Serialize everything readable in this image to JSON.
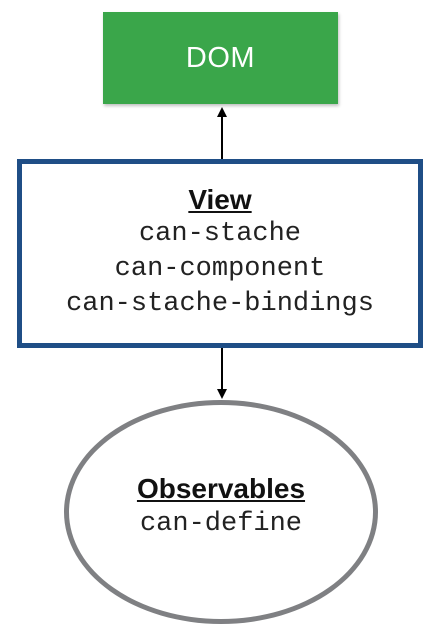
{
  "nodes": {
    "dom": {
      "label": "DOM",
      "color": "#3aa64a"
    },
    "view": {
      "title": "View",
      "items": [
        "can-stache",
        "can-component",
        "can-stache-bindings"
      ],
      "border_color": "#1f4e86"
    },
    "observables": {
      "title": "Observables",
      "items": [
        "can-define"
      ],
      "border_color": "#7f8083"
    }
  },
  "edges": [
    {
      "from": "view",
      "to": "dom"
    },
    {
      "from": "view",
      "to": "observables"
    }
  ]
}
